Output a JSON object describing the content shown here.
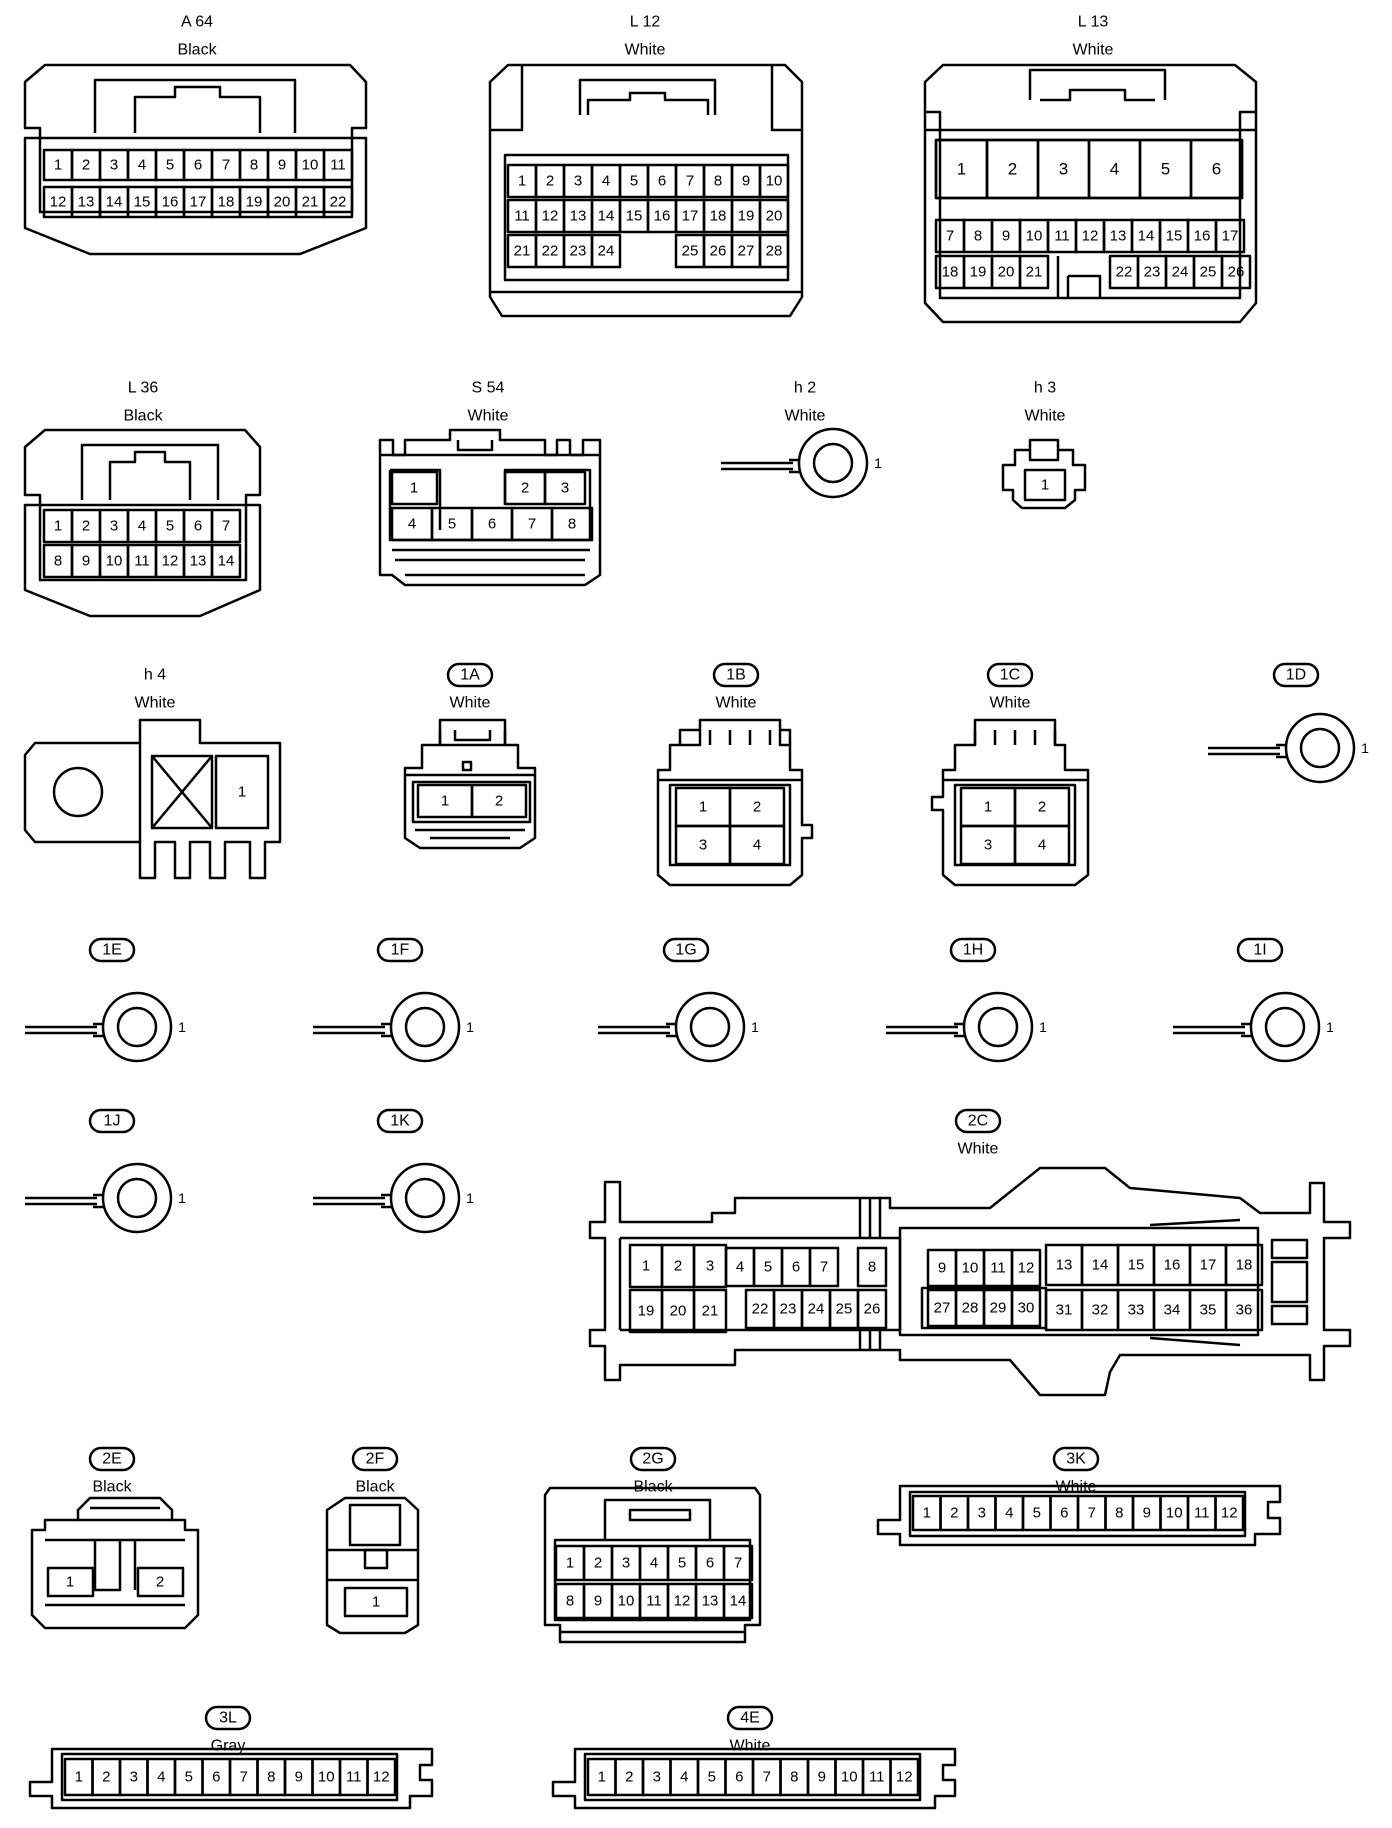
{
  "connectors": {
    "A64": {
      "name": "A 64",
      "color": "Black",
      "pins": [
        "1",
        "2",
        "3",
        "4",
        "5",
        "6",
        "7",
        "8",
        "9",
        "10",
        "11",
        "12",
        "13",
        "14",
        "15",
        "16",
        "17",
        "18",
        "19",
        "20",
        "21",
        "22"
      ]
    },
    "L12": {
      "name": "L 12",
      "color": "White",
      "pins": [
        "1",
        "2",
        "3",
        "4",
        "5",
        "6",
        "7",
        "8",
        "9",
        "10",
        "11",
        "12",
        "13",
        "14",
        "15",
        "16",
        "17",
        "18",
        "19",
        "20",
        "21",
        "22",
        "23",
        "24",
        "25",
        "26",
        "27",
        "28"
      ]
    },
    "L13": {
      "name": "L 13",
      "color": "White",
      "pins": [
        "1",
        "2",
        "3",
        "4",
        "5",
        "6",
        "7",
        "8",
        "9",
        "10",
        "11",
        "12",
        "13",
        "14",
        "15",
        "16",
        "17",
        "18",
        "19",
        "20",
        "21",
        "22",
        "23",
        "24",
        "25",
        "26"
      ]
    },
    "L36": {
      "name": "L 36",
      "color": "Black",
      "pins": [
        "1",
        "2",
        "3",
        "4",
        "5",
        "6",
        "7",
        "8",
        "9",
        "10",
        "11",
        "12",
        "13",
        "14"
      ]
    },
    "S54": {
      "name": "S 54",
      "color": "White",
      "pins": [
        "1",
        "2",
        "3",
        "4",
        "5",
        "6",
        "7",
        "8"
      ]
    },
    "h2": {
      "name": "h 2",
      "color": "White",
      "pins": [
        "1"
      ]
    },
    "h3": {
      "name": "h 3",
      "color": "White",
      "pins": [
        "1"
      ]
    },
    "h4": {
      "name": "h 4",
      "color": "White",
      "pins": [
        "1"
      ]
    },
    "1A": {
      "name": "1A",
      "color": "White",
      "pins": [
        "1",
        "2"
      ]
    },
    "1B": {
      "name": "1B",
      "color": "White",
      "pins": [
        "1",
        "2",
        "3",
        "4"
      ]
    },
    "1C": {
      "name": "1C",
      "color": "White",
      "pins": [
        "1",
        "2",
        "3",
        "4"
      ]
    },
    "1D": {
      "name": "1D",
      "pins": [
        "1"
      ]
    },
    "1E": {
      "name": "1E",
      "pins": [
        "1"
      ]
    },
    "1F": {
      "name": "1F",
      "pins": [
        "1"
      ]
    },
    "1G": {
      "name": "1G",
      "pins": [
        "1"
      ]
    },
    "1H": {
      "name": "1H",
      "pins": [
        "1"
      ]
    },
    "1I": {
      "name": "1I",
      "pins": [
        "1"
      ]
    },
    "1J": {
      "name": "1J",
      "pins": [
        "1"
      ]
    },
    "1K": {
      "name": "1K",
      "pins": [
        "1"
      ]
    },
    "2C": {
      "name": "2C",
      "color": "White",
      "pins": [
        "1",
        "2",
        "3",
        "4",
        "5",
        "6",
        "7",
        "8",
        "9",
        "10",
        "11",
        "12",
        "13",
        "14",
        "15",
        "16",
        "17",
        "18",
        "19",
        "20",
        "21",
        "22",
        "23",
        "24",
        "25",
        "26",
        "27",
        "28",
        "29",
        "30",
        "31",
        "32",
        "33",
        "34",
        "35",
        "36"
      ]
    },
    "2E": {
      "name": "2E",
      "color": "Black",
      "pins": [
        "1",
        "2"
      ]
    },
    "2F": {
      "name": "2F",
      "color": "Black",
      "pins": [
        "1"
      ]
    },
    "2G": {
      "name": "2G",
      "color": "Black",
      "pins": [
        "1",
        "2",
        "3",
        "4",
        "5",
        "6",
        "7",
        "8",
        "9",
        "10",
        "11",
        "12",
        "13",
        "14"
      ]
    },
    "3K": {
      "name": "3K",
      "color": "White",
      "pins": [
        "1",
        "2",
        "3",
        "4",
        "5",
        "6",
        "7",
        "8",
        "9",
        "10",
        "11",
        "12"
      ]
    },
    "3L": {
      "name": "3L",
      "color": "Gray",
      "pins": [
        "1",
        "2",
        "3",
        "4",
        "5",
        "6",
        "7",
        "8",
        "9",
        "10",
        "11",
        "12"
      ]
    },
    "4E": {
      "name": "4E",
      "color": "White",
      "pins": [
        "1",
        "2",
        "3",
        "4",
        "5",
        "6",
        "7",
        "8",
        "9",
        "10",
        "11",
        "12"
      ]
    }
  }
}
